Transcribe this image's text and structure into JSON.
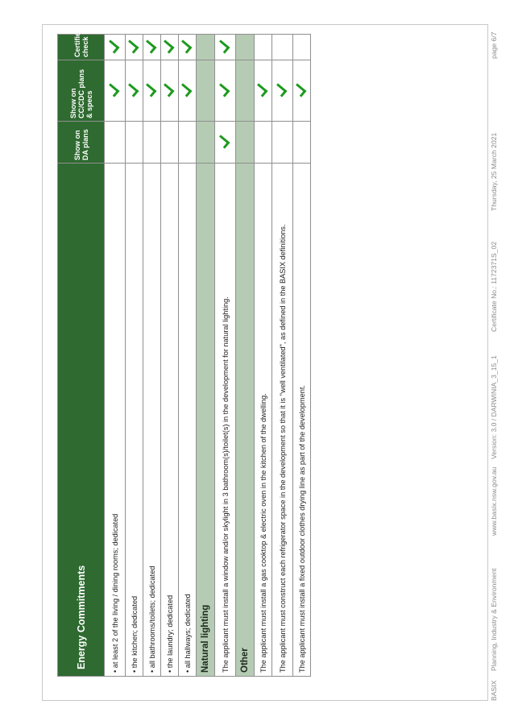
{
  "table": {
    "header": {
      "title": "Energy Commitments",
      "col_da": "Show on DA plans",
      "col_cc": "Show on CC/CDC plans & specs",
      "col_cert": "Certifier check"
    },
    "energy_rows": [
      {
        "text": "• at least 2 of the living / dining rooms; dedicated",
        "da": false,
        "cc": true,
        "cert": true
      },
      {
        "text": "• the kitchen; dedicated",
        "da": false,
        "cc": true,
        "cert": true
      },
      {
        "text": "• all bathrooms/toilets; dedicated",
        "da": false,
        "cc": true,
        "cert": true
      },
      {
        "text": "• the laundry; dedicated",
        "da": false,
        "cc": true,
        "cert": true
      },
      {
        "text": "• all hallways; dedicated",
        "da": false,
        "cc": true,
        "cert": true
      }
    ],
    "natural_lighting": {
      "label": "Natural lighting",
      "rows": [
        {
          "text": "The applicant must install a window and/or skylight in 3 bathroom(s)/toilet(s) in the development for natural lighting.",
          "da": true,
          "cc": true,
          "cert": true
        }
      ]
    },
    "other": {
      "label": "Other",
      "rows": [
        {
          "text": "The applicant must install a gas cooktop & electric oven in the kitchen of the dwelling.",
          "da": false,
          "cc": true,
          "cert": false
        },
        {
          "text": "The applicant must construct each refrigerator space in the development so that it is \"well ventilated\", as defined in the BASIX definitions.",
          "da": false,
          "cc": true,
          "cert": false
        },
        {
          "text": "The applicant must install a fixed outdoor clothes drying line as part of the development.",
          "da": false,
          "cc": true,
          "cert": false
        }
      ]
    }
  },
  "footer": {
    "basix": "BASIX",
    "department": "Planning, Industry & Environment",
    "website": "www.basix.nsw.gov.au",
    "version": "Version: 3.0 / DARWINIA_3_15_1",
    "certificate": "Certificate No.: 1172371S_02",
    "date": "Thursday, 25 March 2021",
    "page": "page 6/7"
  },
  "colors": {
    "header_green": "#2f6a31",
    "section_green": "#b6cbb4",
    "tick_green": "#1e9a1e"
  },
  "icons": {
    "check": "check-icon"
  }
}
